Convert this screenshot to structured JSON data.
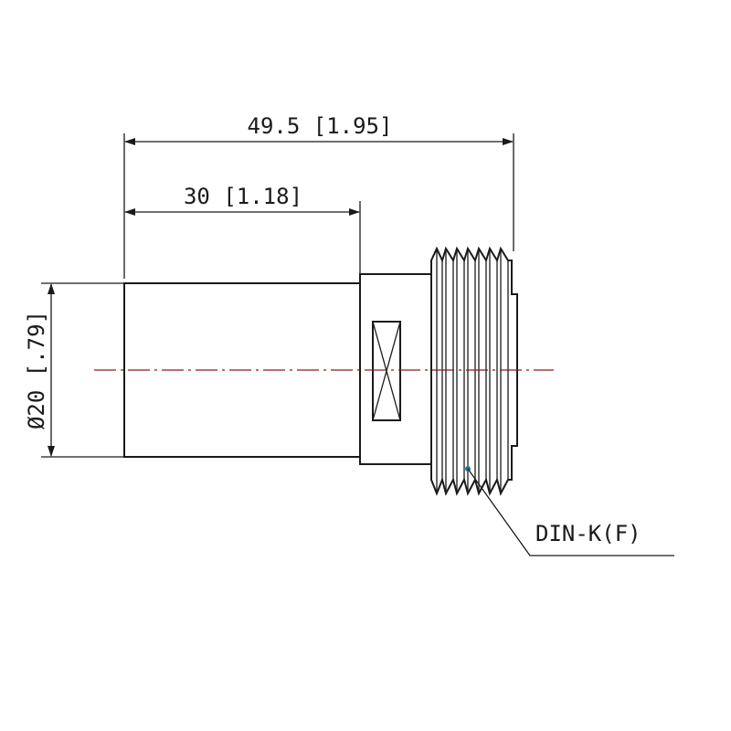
{
  "dimensions": {
    "overall_length": "49.5 [1.95]",
    "body_length": "30 [1.18]",
    "diameter": "Ø20 [.79]"
  },
  "callout": {
    "connector_type": "DIN-K(F)"
  },
  "colors": {
    "line": "#1a1a1a",
    "centerline": "#8b1a1a",
    "background": "#ffffff"
  }
}
